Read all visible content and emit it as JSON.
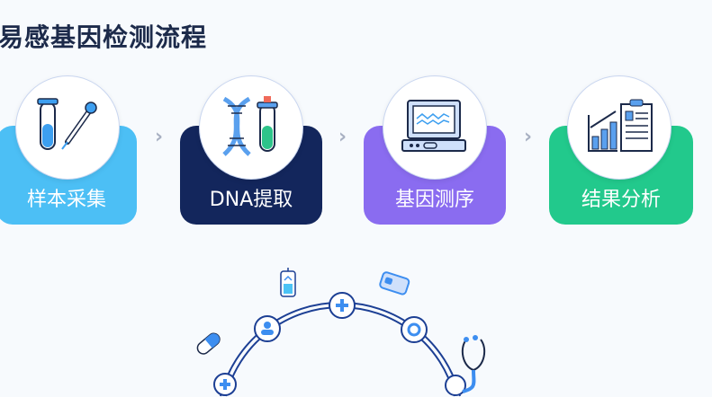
{
  "title": "易感基因检测流程",
  "steps": [
    {
      "label": "样本采集",
      "color": "#4cbff5",
      "icon": "test-tube-dropper-icon"
    },
    {
      "label": "DNA提取",
      "color": "#13265c",
      "icon": "dna-tube-icon"
    },
    {
      "label": "基因测序",
      "color": "#8a6cf0",
      "icon": "sequencer-monitor-icon"
    },
    {
      "label": "结果分析",
      "color": "#22c98c",
      "icon": "chart-report-icon"
    }
  ]
}
